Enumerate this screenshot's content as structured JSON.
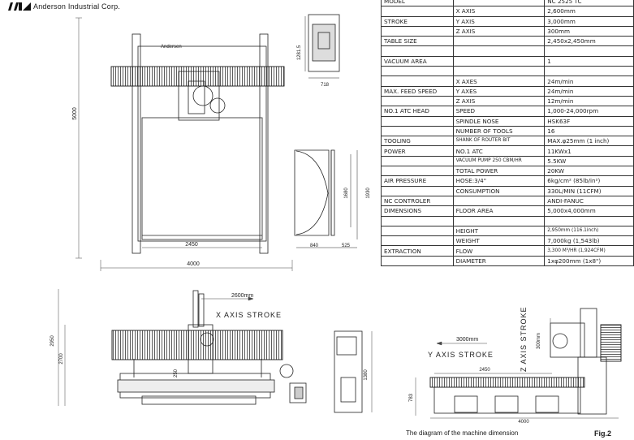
{
  "company": {
    "name": "Anderson Industrial Corp."
  },
  "spec_table": {
    "rows": [
      {
        "label": "MODEL",
        "sub": "",
        "value": "NC 2525 TC"
      },
      {
        "label": "",
        "sub": "X AXIS",
        "value": "2,600mm"
      },
      {
        "label": "STROKE",
        "sub": "Y AXIS",
        "value": "3,000mm"
      },
      {
        "label": "",
        "sub": "Z AXIS",
        "value": "300mm"
      },
      {
        "label": "TABLE SIZE",
        "sub": "",
        "value": "2,450x2,450mm"
      },
      {
        "label": "",
        "sub": "",
        "value": ""
      },
      {
        "label": "VACUUM AREA",
        "sub": "",
        "value": "1"
      },
      {
        "label": "",
        "sub": "",
        "value": ""
      },
      {
        "label": "",
        "sub": "X AXES",
        "value": "24m/min"
      },
      {
        "label": "MAX. FEED SPEED",
        "sub": "Y AXES",
        "value": "24m/min"
      },
      {
        "label": "",
        "sub": "Z AXIS",
        "value": "12m/min"
      },
      {
        "label": "NO.1 ATC HEAD",
        "sub": "SPEED",
        "value": "1,000-24,000rpm"
      },
      {
        "label": "",
        "sub": "SPINDLE NOSE",
        "value": "HSK63F"
      },
      {
        "label": "",
        "sub": "NUMBER OF TOOLS",
        "value": "16"
      },
      {
        "label": "TOOLING",
        "sub": "SHANK OF ROUTER BIT",
        "value": "MAX.φ25mm (1 inch)"
      },
      {
        "label": "POWER",
        "sub": "NO.1 ATC",
        "value": "11KWx1"
      },
      {
        "label": "",
        "sub": "VACUUM PUMP 250 CBM/HR",
        "value": "5.5KW"
      },
      {
        "label": "",
        "sub": "TOTAL POWER",
        "value": "20KW"
      },
      {
        "label": "AIR PRESSURE",
        "sub": "HOSE:3/4\"",
        "value": "6kg/cm² (85lb/in²)"
      },
      {
        "label": "",
        "sub": "CONSUMPTION",
        "value": "330L/MIN (11CFM)"
      },
      {
        "label": "NC CONTROLER",
        "sub": "",
        "value": "ANDI-FANUC"
      },
      {
        "label": "DIMENSIONS",
        "sub": "FLOOR AREA",
        "value": "5,000x4,000mm"
      },
      {
        "label": "",
        "sub": "",
        "value": ""
      },
      {
        "label": "",
        "sub": "HEIGHT",
        "value": "2,950mm (116.1inch)"
      },
      {
        "label": "",
        "sub": "WEIGHT",
        "value": "7,000kg (1,543lb)"
      },
      {
        "label": "EXTRACTION",
        "sub": "FLOW",
        "value": "3,300 M³/HR (1,924CFM)"
      },
      {
        "label": "",
        "sub": "DIAMETER",
        "value": "1xφ200mm (1x8\")"
      }
    ]
  },
  "top_view": {
    "dim_height": "5000",
    "dim_inner_width": "2450",
    "dim_overall_width": "4000"
  },
  "side_view_top": {
    "dim_height": "1281.5",
    "dim_width": "718"
  },
  "section_view": {
    "dim_height_inner": "1680",
    "dim_height_outer": "1930",
    "dim_left": "840",
    "dim_right": "525"
  },
  "front_view": {
    "stroke_label": "X AXIS STROKE",
    "stroke_value": "2600mm",
    "dim_total_height": "2950",
    "dim_height": "2700",
    "dim_z": "250",
    "dim_panel": "1380"
  },
  "side_view_bottom": {
    "y_stroke_label": "Y AXIS STROKE",
    "y_stroke_value": "3000mm",
    "z_stroke_label": "Z AXIS STROKE",
    "z_stroke_value": "300mm",
    "dim_table": "2450",
    "dim_height": "783",
    "dim_overall": "4000"
  },
  "caption": "The diagram of the machine dimension",
  "figure_label": "Fig.2"
}
